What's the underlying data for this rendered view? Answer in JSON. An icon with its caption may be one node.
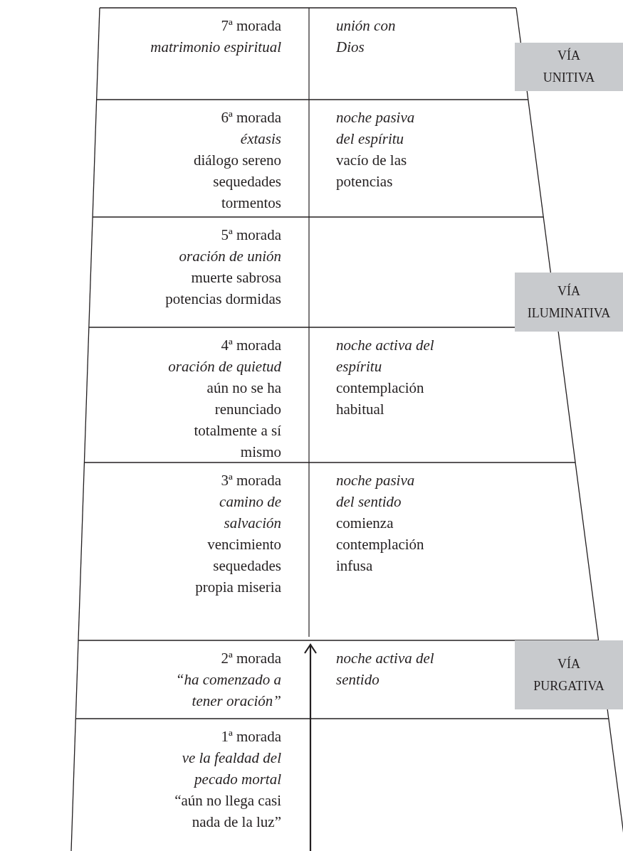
{
  "diagram": {
    "nodes": [
      {
        "text": [
          "7ª morada",
          "matrimonio espiritual"
        ]
      },
      {
        "text": [
          "unión con Dios"
        ]
      },
      {
        "text": [
          "VÍA UNITIVA"
        ]
      },
      {
        "text": [
          "6ª morada",
          "éxtasis",
          "diálogo sereno sequedades tormentos"
        ]
      },
      {
        "text": [
          "noche pasiva del espíritu",
          "vacío de las potencias"
        ]
      },
      {
        "text": [
          "5ª morada",
          "oración de unión",
          "muerte sabrosa potencias dormidas"
        ]
      },
      {
        "text": [
          "VÍA ILUMINATIVA"
        ]
      },
      {
        "text": [
          "4ª morada",
          "oración de quietud",
          "aún no se ha renunciado totalmente a sí mismo"
        ]
      },
      {
        "text": [
          "noche activa del espíritu",
          "contemplación habitual"
        ]
      },
      {
        "text": [
          "3ª morada",
          "camino de salvación",
          "vencimiento sequedades propia miseria"
        ]
      },
      {
        "text": [
          "noche pasiva del sentido",
          "comienza contemplación infusa"
        ]
      },
      {
        "text": [
          "2ª morada",
          "“ha comenzado a tener oración”"
        ]
      },
      {
        "text": [
          "noche activa del sentido"
        ]
      },
      {
        "text": [
          "VÍA PURGATIVA"
        ]
      },
      {
        "text": [
          "1ª morada",
          "ve la fealdad del pecado mortal",
          "“aún no llega casi nada de la luz”"
        ]
      }
    ]
  }
}
